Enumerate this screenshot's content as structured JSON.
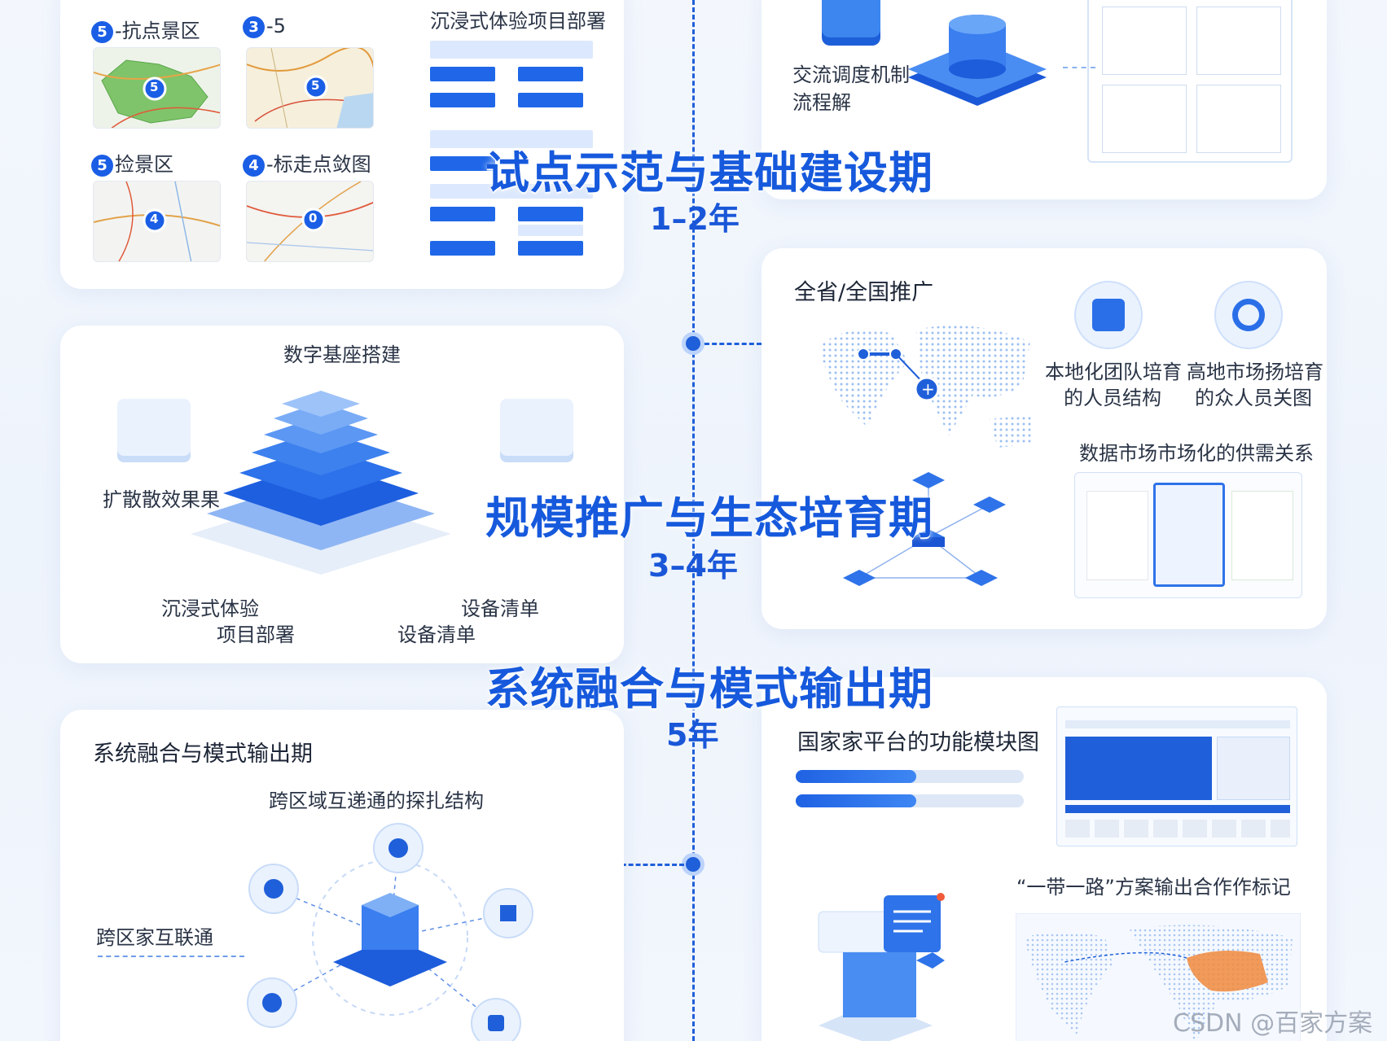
{
  "phases": [
    {
      "title": "试点示范与基础建设期",
      "years": "1–2年"
    },
    {
      "title": "规模推广与生态培育期",
      "years": "3–4年"
    },
    {
      "title": "系统融合与模式输出期",
      "years": "5年"
    }
  ],
  "card1": {
    "maps": [
      {
        "badge": "5",
        "label": "-抗点景区",
        "marker": "5"
      },
      {
        "badge": "3",
        "label": "-5",
        "marker": "5"
      },
      {
        "badge": "5",
        "label": "捡景区",
        "marker": "4"
      },
      {
        "badge": "4",
        "label": "-标走点敛图",
        "marker": "0"
      }
    ],
    "flow_title": "沉浸式体验项目部署"
  },
  "card2": {
    "label_line1": "交流调度机制",
    "label_line2": "流程解"
  },
  "card3": {
    "title": "数字基座搭建",
    "left_label": "扩散散效果果",
    "bottom_left_1": "沉浸式体验",
    "bottom_left_2": "项目部署",
    "bottom_right_1": "设备清单",
    "bottom_right_2": "设备清单"
  },
  "card4": {
    "title": "全省/全国推广",
    "icon1_line1": "本地化团队培育",
    "icon1_line2": "的人员结构",
    "icon2_line1": "高地市场扬培育",
    "icon2_line2": "的众人员关图",
    "supply_title": "数据市场市场化的供需关系"
  },
  "card5": {
    "title": "系统融合与模式输出期",
    "subtitle": "跨区域互递通的探扎结构",
    "left_label": "跨区家互联通"
  },
  "card6": {
    "title": "国家家平台的功能模块图",
    "bars": [
      {
        "value": 0.53
      },
      {
        "value": 0.53
      }
    ],
    "belt_title": "“一带一路”方案输出合作作标记"
  },
  "watermark": "CSDN @百家方案",
  "colors": {
    "accent": "#1f5fd9",
    "accent_light": "#dce8fd",
    "orange": "#f08a3c"
  }
}
